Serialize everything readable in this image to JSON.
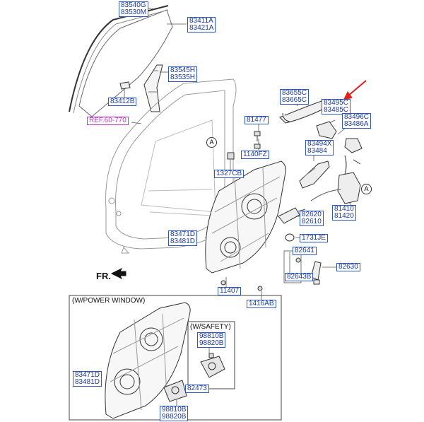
{
  "callouts": {
    "c83540": [
      "83540G",
      "83530M"
    ],
    "c83411": [
      "83411A",
      "83421A"
    ],
    "c83545": [
      "83545H",
      "83535H"
    ],
    "c83412": [
      "83412B"
    ],
    "ref": [
      "REF.60-770"
    ],
    "c81477": [
      "81477"
    ],
    "c1140": [
      "1140FZ"
    ],
    "c1327": [
      "1327CB"
    ],
    "c83655": [
      "83655C",
      "83665C"
    ],
    "c83495": [
      "83495C",
      "83485C"
    ],
    "c83496": [
      "83496C",
      "83486A"
    ],
    "c83494": [
      "83494X",
      "83484"
    ],
    "c81410": [
      "81410",
      "81420"
    ],
    "c82620": [
      "82620",
      "82610"
    ],
    "c83471a": [
      "83471D",
      "83481D"
    ],
    "c1731": [
      "1731JE"
    ],
    "c82641": [
      "82641"
    ],
    "c82630": [
      "82630"
    ],
    "c82643": [
      "82643B"
    ],
    "c11407": [
      "11407"
    ],
    "c1416": [
      "1416AB"
    ],
    "c83471b": [
      "83471D",
      "83481D"
    ],
    "c98810a": [
      "98810B",
      "98820B"
    ],
    "c82473": [
      "82473"
    ],
    "c98810b": [
      "98810B",
      "98820B"
    ]
  },
  "marker": "A",
  "front_label": "FR.",
  "power_window_caption": "(W/POWER WINDOW)",
  "safety_caption": "(W/SAFETY)",
  "colors": {
    "callout_border": "#2b57c9",
    "highlight": "#3c6fe0",
    "ref": "#c23acb",
    "arrow": "#e0201a"
  }
}
